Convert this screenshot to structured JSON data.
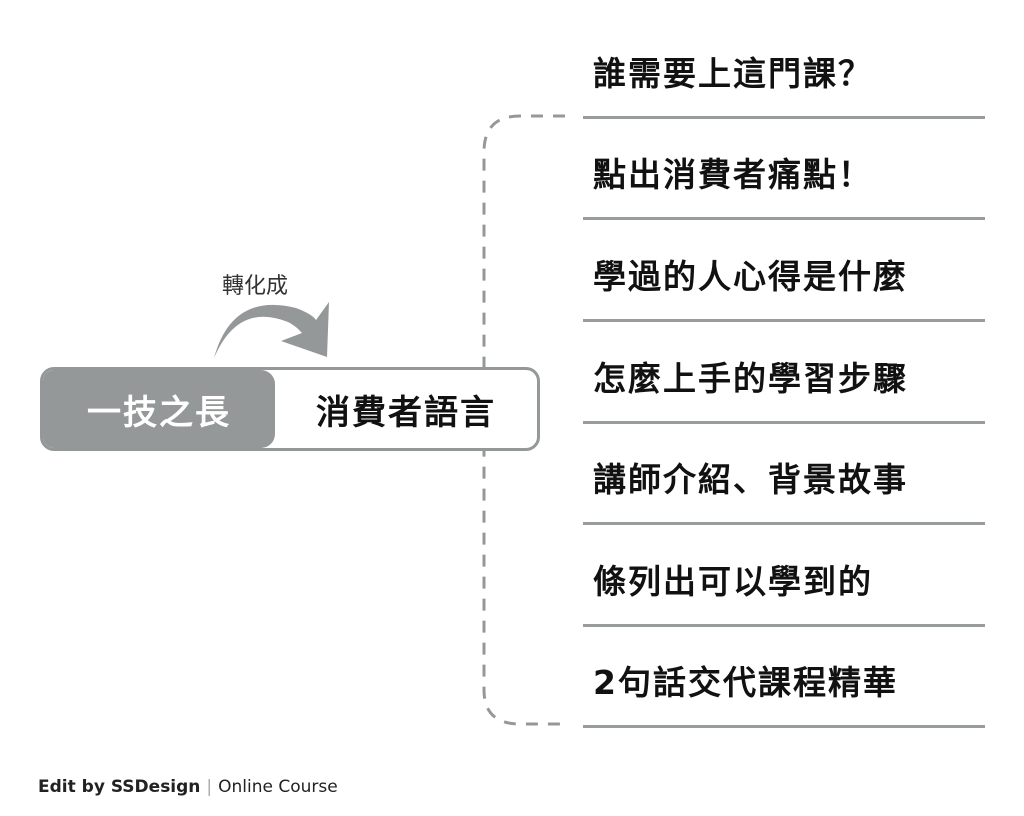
{
  "source_label": "一技之長",
  "target_label": "消費者語言",
  "transform_label": "轉化成",
  "items": [
    {
      "label": "誰需要上這門課？"
    },
    {
      "label": "點出消費者痛點！"
    },
    {
      "label": "學過的人心得是什麼"
    },
    {
      "label": "怎麼上手的學習步驟"
    },
    {
      "label": "講師介紹、背景故事"
    },
    {
      "label": "條列出可以學到的"
    },
    {
      "label": "2句話交代課程精華"
    }
  ],
  "footer": {
    "brand": "Edit by SSDesign",
    "separator": "|",
    "subtitle": "Online Course"
  },
  "colors": {
    "gray": "#959899",
    "text": "#111111"
  }
}
